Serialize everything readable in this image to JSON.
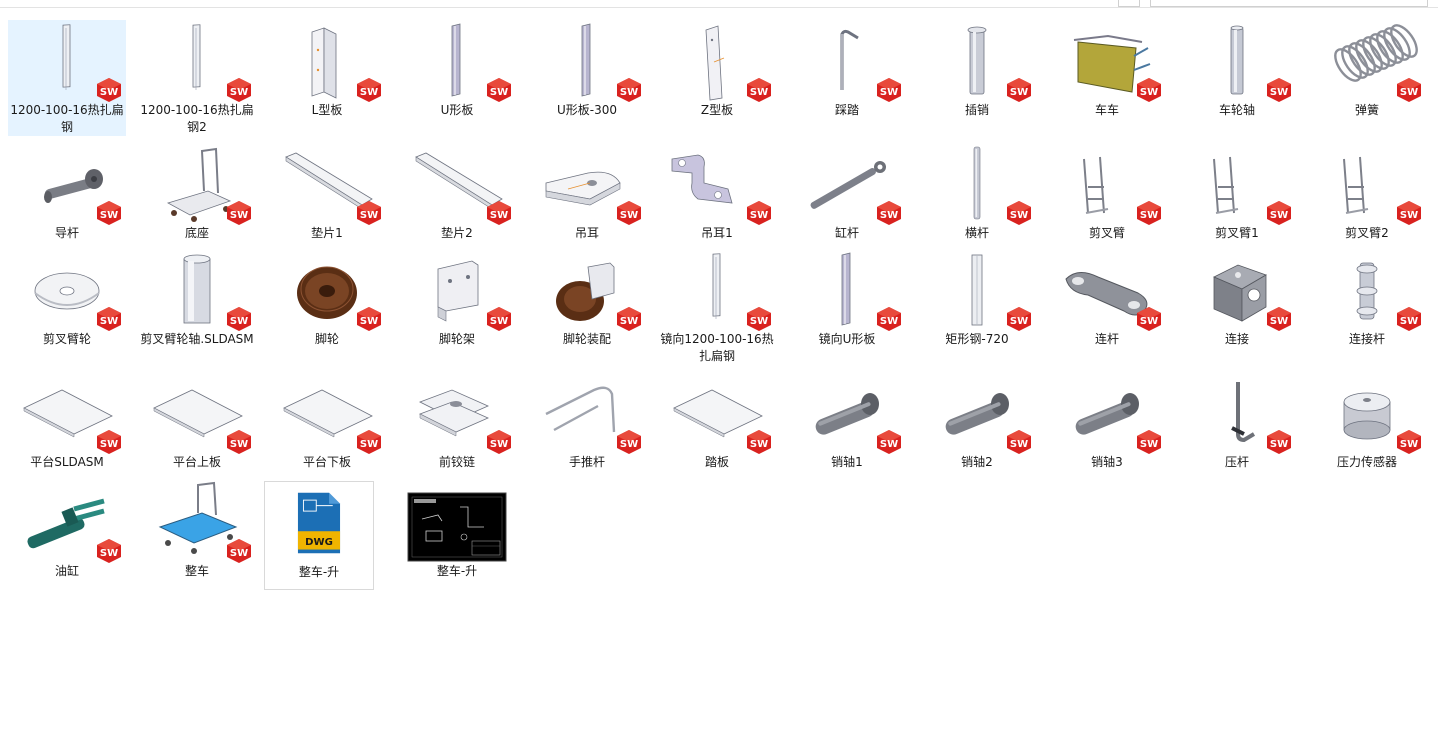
{
  "files": [
    {
      "label": "1200-100-16热扎扁钢",
      "icon": "flat-bar-icon",
      "type": "sw"
    },
    {
      "label": "1200-100-16热扎扁钢2",
      "icon": "flat-bar-icon",
      "type": "sw"
    },
    {
      "label": "L型板",
      "icon": "l-plate-icon",
      "type": "sw"
    },
    {
      "label": "U形板",
      "icon": "u-plate-icon",
      "type": "sw"
    },
    {
      "label": "U形板-300",
      "icon": "u-plate-icon",
      "type": "sw"
    },
    {
      "label": "Z型板",
      "icon": "z-plate-icon",
      "type": "sw"
    },
    {
      "label": "踩踏",
      "icon": "pedal-rod-icon",
      "type": "sw"
    },
    {
      "label": "插销",
      "icon": "pin-icon",
      "type": "sw"
    },
    {
      "label": "车车",
      "icon": "cart-icon",
      "type": "sw"
    },
    {
      "label": "车轮轴",
      "icon": "axle-icon",
      "type": "sw"
    },
    {
      "label": "弹簧",
      "icon": "spring-icon",
      "type": "sw"
    },
    {
      "label": "导杆",
      "icon": "guide-rod-icon",
      "type": "sw"
    },
    {
      "label": "底座",
      "icon": "base-icon",
      "type": "sw"
    },
    {
      "label": "垫片1",
      "icon": "shim-icon",
      "type": "sw"
    },
    {
      "label": "垫片2",
      "icon": "shim-icon",
      "type": "sw"
    },
    {
      "label": "吊耳",
      "icon": "lug-icon",
      "type": "sw"
    },
    {
      "label": "吊耳1",
      "icon": "lug-bracket-icon",
      "type": "sw"
    },
    {
      "label": "缸杆",
      "icon": "cylinder-rod-icon",
      "type": "sw"
    },
    {
      "label": "横杆",
      "icon": "crossbar-icon",
      "type": "sw"
    },
    {
      "label": "剪叉臂",
      "icon": "scissor-arm-icon",
      "type": "sw"
    },
    {
      "label": "剪叉臂1",
      "icon": "scissor-arm-icon",
      "type": "sw"
    },
    {
      "label": "剪叉臂2",
      "icon": "scissor-arm-icon",
      "type": "sw"
    },
    {
      "label": "剪叉臂轮",
      "icon": "washer-icon",
      "type": "sw"
    },
    {
      "label": "剪叉臂轮轴.SLDASM",
      "icon": "shaft-icon",
      "type": "sw"
    },
    {
      "label": "脚轮",
      "icon": "caster-wheel-icon",
      "type": "sw"
    },
    {
      "label": "脚轮架",
      "icon": "caster-bracket-icon",
      "type": "sw"
    },
    {
      "label": "脚轮装配",
      "icon": "caster-assembly-icon",
      "type": "sw"
    },
    {
      "label": "镜向1200-100-16热扎扁钢",
      "icon": "flat-bar-icon",
      "type": "sw"
    },
    {
      "label": "镜向U形板",
      "icon": "u-plate-icon",
      "type": "sw"
    },
    {
      "label": "矩形钢-720",
      "icon": "rect-steel-icon",
      "type": "sw"
    },
    {
      "label": "连杆",
      "icon": "connecting-rod-icon",
      "type": "sw"
    },
    {
      "label": "连接",
      "icon": "connector-block-icon",
      "type": "sw"
    },
    {
      "label": "连接杆",
      "icon": "connecting-bar-icon",
      "type": "sw"
    },
    {
      "label": "平台SLDASM",
      "icon": "platform-icon",
      "type": "sw"
    },
    {
      "label": "平台上板",
      "icon": "platform-icon",
      "type": "sw"
    },
    {
      "label": "平台下板",
      "icon": "platform-icon",
      "type": "sw"
    },
    {
      "label": "前铰链",
      "icon": "hinge-icon",
      "type": "sw"
    },
    {
      "label": "手推杆",
      "icon": "handle-icon",
      "type": "sw"
    },
    {
      "label": "踏板",
      "icon": "platform-icon",
      "type": "sw"
    },
    {
      "label": "销轴1",
      "icon": "pin-shaft-icon",
      "type": "sw"
    },
    {
      "label": "销轴2",
      "icon": "pin-shaft-icon",
      "type": "sw"
    },
    {
      "label": "销轴3",
      "icon": "pin-shaft-icon",
      "type": "sw"
    },
    {
      "label": "压杆",
      "icon": "press-rod-icon",
      "type": "sw"
    },
    {
      "label": "压力传感器",
      "icon": "pressure-sensor-icon",
      "type": "sw"
    },
    {
      "label": "油缸",
      "icon": "hydraulic-cylinder-icon",
      "type": "sw"
    },
    {
      "label": "整车",
      "icon": "complete-cart-icon",
      "type": "sw"
    },
    {
      "label": "整车-升",
      "icon": "dwg-file-icon",
      "type": "dwg"
    },
    {
      "label": "整车-升",
      "icon": "drawing-preview-icon",
      "type": "drawing"
    }
  ],
  "badges": {
    "sw": "SW",
    "dwg": "DWG"
  },
  "colors": {
    "sw_red": "#d9221f",
    "selection": "#e5f3ff",
    "dwg_yellow": "#e8b000"
  }
}
